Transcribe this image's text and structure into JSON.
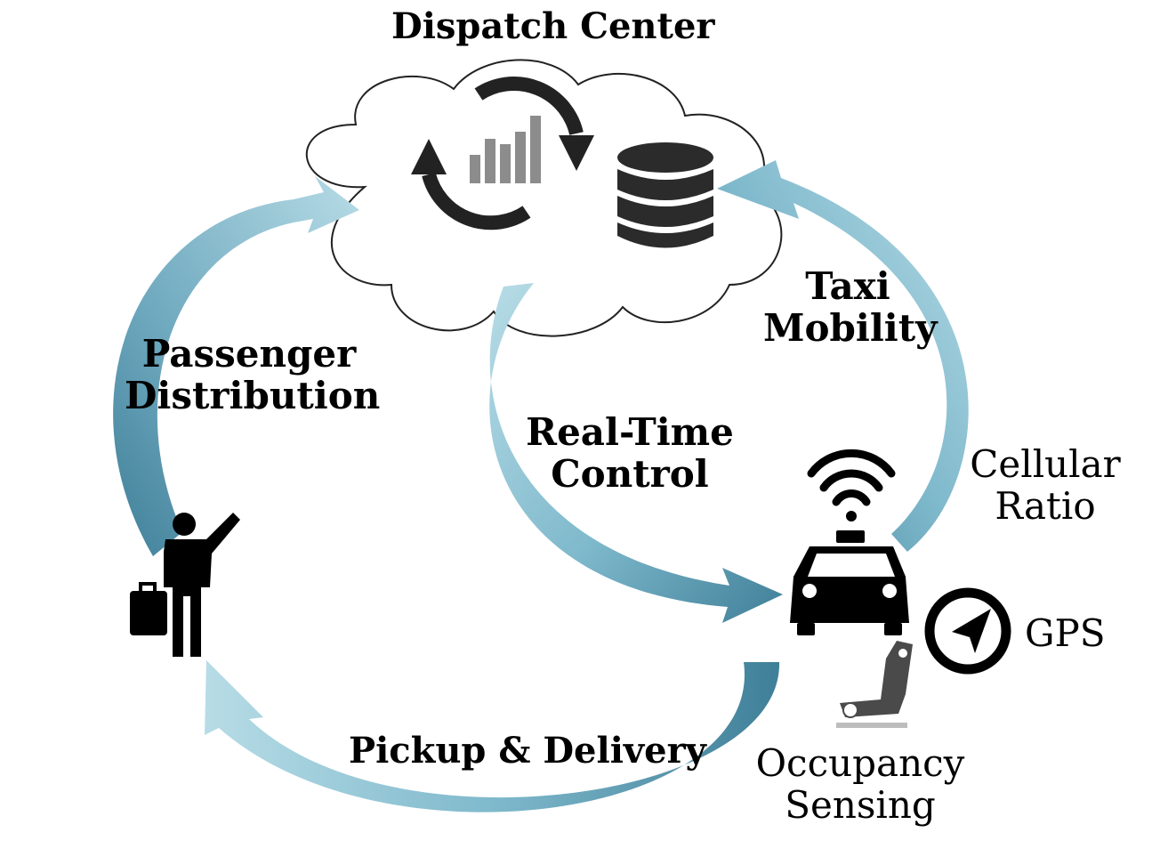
{
  "diagram": {
    "title": "Dispatch Center",
    "flows": {
      "passenger": {
        "line1": "Passenger",
        "line2": "Distribution"
      },
      "realtime": {
        "line1": "Real-Time",
        "line2": "Control"
      },
      "mobility": {
        "line1": "Taxi",
        "line2": "Mobility"
      },
      "pickup": "Pickup & Delivery"
    },
    "sensors": {
      "cellular": {
        "line1": "Cellular",
        "line2": "Ratio"
      },
      "gps": "GPS",
      "occupancy": {
        "line1": "Occupancy",
        "line2": "Sensing"
      }
    },
    "icons": [
      "cloud-icon",
      "refresh-cycle-icon",
      "bar-chart-icon",
      "database-icon",
      "traveler-hailing-icon",
      "taxi-icon",
      "wifi-signal-icon",
      "compass-gps-icon",
      "car-seat-icon"
    ],
    "colors": {
      "arrow_light": "#a8d4e0",
      "arrow_dark": "#4b8ba4",
      "icon": "#222222",
      "bars": "#8c8c8c"
    }
  }
}
